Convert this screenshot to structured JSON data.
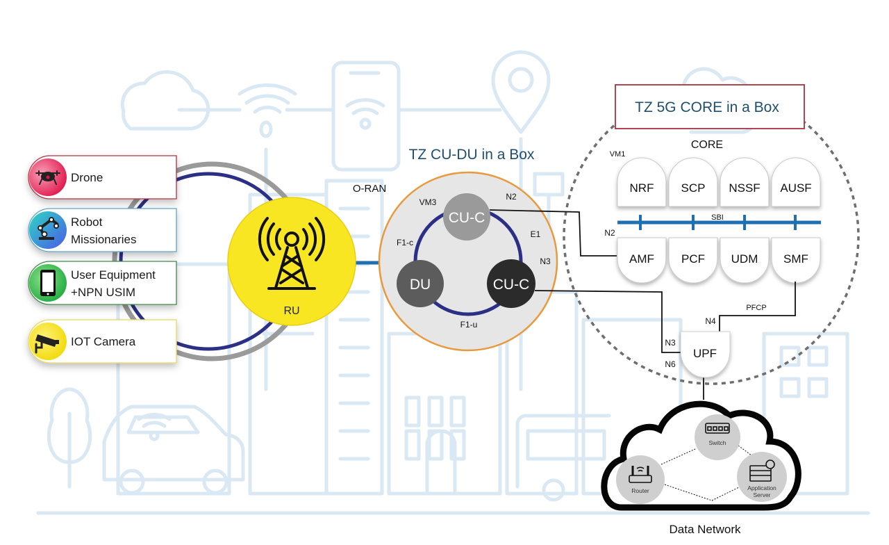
{
  "devices": [
    {
      "label_lines": [
        "Drone"
      ],
      "icon": "drone-icon",
      "accent": "#e8244f",
      "border": "#b0303c"
    },
    {
      "label_lines": [
        "Robot",
        "Missionaries"
      ],
      "icon": "robot-arm-icon",
      "accent": "#3b7bd6",
      "border": "#5aa7c8"
    },
    {
      "label_lines": [
        "User Equipment",
        "+NPN USIM"
      ],
      "icon": "smartphone-icon",
      "accent": "#2db84a",
      "border": "#3c8a4a"
    },
    {
      "label_lines": [
        "IOT Camera"
      ],
      "icon": "cctv-camera-icon",
      "accent": "#f2e11a",
      "border": "#e6d85a"
    }
  ],
  "ru": {
    "label": "RU",
    "icon": "cell-tower-icon",
    "color": "#f8e622"
  },
  "oran_label": "O-RAN",
  "cudu": {
    "title": "TZ CU-DU in a Box",
    "vm_label": "VM3",
    "nodes": [
      {
        "id": "cu-c-top",
        "label": "CU-C",
        "color": "#9a9a9a"
      },
      {
        "id": "du",
        "label": "DU",
        "color": "#5c5c5c"
      },
      {
        "id": "cu-c-bottom",
        "label": "CU-C",
        "color": "#2b2b2b"
      }
    ],
    "interfaces": {
      "f1c": "F1-c",
      "f1u": "F1-u",
      "e1": "E1",
      "n2": "N2",
      "n3": "N3"
    },
    "ring_color": "#2b2f86",
    "border_color": "#e89a3c"
  },
  "core": {
    "title": "TZ 5G CORE in a Box",
    "section_label": "CORE",
    "vm_label": "VM1",
    "bus_label": "SBI",
    "bus_color": "#1f6fb2",
    "top_functions": [
      "NRF",
      "SCP",
      "NSSF",
      "AUSF"
    ],
    "bottom_functions": [
      "AMF",
      "PCF",
      "UDM",
      "SMF"
    ],
    "upf_label": "UPF",
    "interfaces": {
      "n2": "N2",
      "n3": "N3",
      "n4": "N4",
      "n6": "N6",
      "pfcp": "PFCP"
    },
    "title_border_color": "#a8323e"
  },
  "data_network": {
    "label": "Data Network",
    "nodes": [
      {
        "label_lines": [
          "Switch"
        ],
        "icon": "network-switch-icon"
      },
      {
        "label_lines": [
          "Router"
        ],
        "icon": "wifi-router-icon"
      },
      {
        "label_lines": [
          "Application",
          "Server"
        ],
        "icon": "server-rack-icon"
      }
    ]
  }
}
